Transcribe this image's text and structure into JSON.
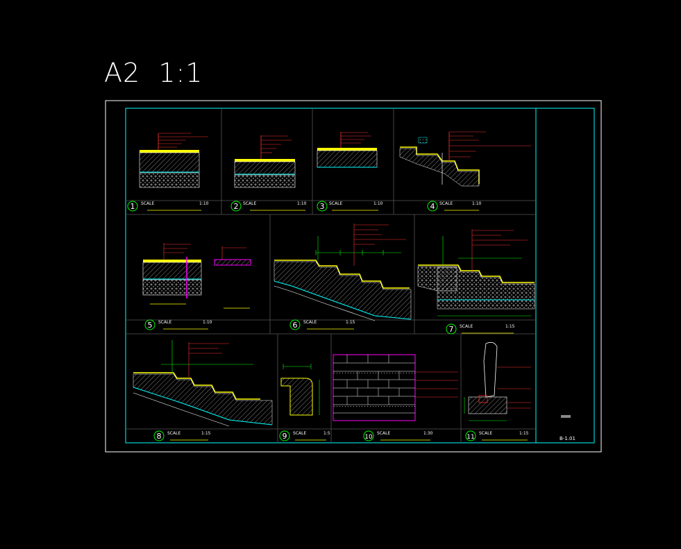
{
  "sheet": {
    "title": "A2  1:1",
    "drawing_no": "B-1.01"
  },
  "details": [
    {
      "num": "1",
      "scale_label": "SCALE",
      "scale": "1:10"
    },
    {
      "num": "2",
      "scale_label": "SCALE",
      "scale": "1:10"
    },
    {
      "num": "3",
      "scale_label": "SCALE",
      "scale": "1:10"
    },
    {
      "num": "4",
      "scale_label": "SCALE",
      "scale": "1:10"
    },
    {
      "num": "5",
      "scale_label": "SCALE",
      "scale": "1:10"
    },
    {
      "num": "6",
      "scale_label": "SCALE",
      "scale": "1:15"
    },
    {
      "num": "7",
      "scale_label": "SCALE",
      "scale": "1:15"
    },
    {
      "num": "8",
      "scale_label": "SCALE",
      "scale": "1:15"
    },
    {
      "num": "9",
      "scale_label": "SCALE",
      "scale": "1:5"
    },
    {
      "num": "10",
      "scale_label": "SCALE",
      "scale": "1:30"
    },
    {
      "num": "11",
      "scale_label": "SCALE",
      "scale": "1:15"
    }
  ],
  "colors": {
    "frame": "#ffffff",
    "border": "#00ffff",
    "leader": "#ff3333",
    "dim": "#00ff00",
    "section": "#ffff00",
    "hatch": "#ffffff",
    "magenta": "#ff00ff"
  }
}
